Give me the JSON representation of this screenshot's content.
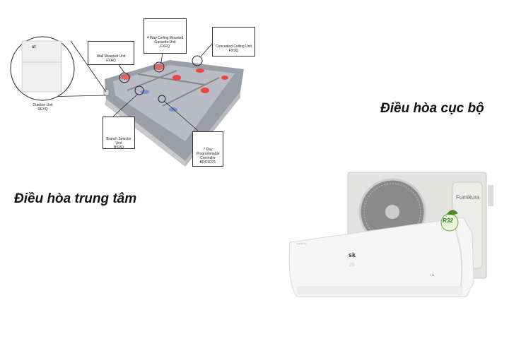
{
  "captions": {
    "local": "Điều hòa cục bộ",
    "central": "Điều hòa trung tâm"
  },
  "central_diagram": {
    "outdoor_unit": {
      "name": "Outdoor Unit",
      "code": "REYQ",
      "brand": "st"
    },
    "wall_mounted": {
      "name": "Wall Mounted Unit",
      "code": "FXAQ"
    },
    "cassette": {
      "name": "4 Way Ceiling Mounted Gassette Unit",
      "code": "FXFQ"
    },
    "concealed": {
      "name": "Concealed Ceiling Unit",
      "code": "FXSQ"
    },
    "branch_selector": {
      "name": "Branch Selector Unit",
      "code": "BSVQ"
    },
    "controller": {
      "name": "7 Day Programmable Controller",
      "code": "BRC1D71"
    }
  },
  "split_unit": {
    "outdoor_brand": "Fumikura",
    "badge": "R32",
    "indoor_logo": "sk",
    "display": "26",
    "indoor_brand": "Fumikura",
    "mode_label": "CM",
    "colors": {
      "badge_green": "#5a9a2a",
      "unit_white": "#f4f4f4",
      "outdoor_gray": "#e2e2e0"
    }
  }
}
